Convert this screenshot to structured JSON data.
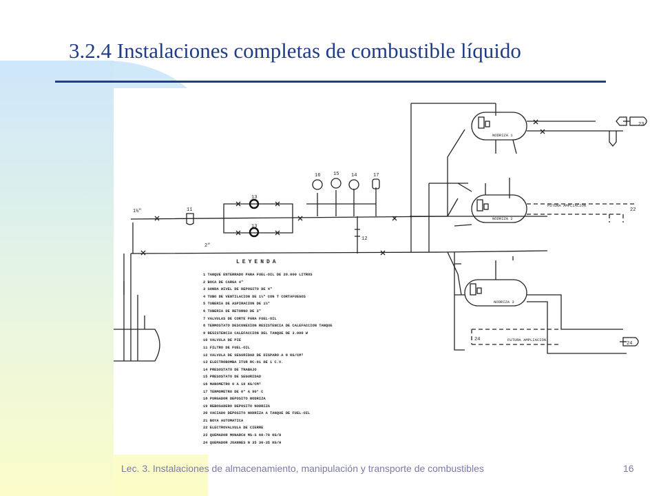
{
  "slide": {
    "title": "3.2.4  Instalaciones completas de combustible líquido",
    "footer": "Lec. 3. Instalaciones de almacenamiento, manipulación y transporte de combustibles",
    "page_number": "16"
  },
  "diagram": {
    "legend_title": "LEYENDA",
    "legend_items": [
      "1 Tanque enterrado para fuel-oil de 20.000 litros",
      "2 Boca de carga 4\"",
      "3 Sonda nivel de deposito de 4\"",
      "4 Tubo de ventilacion de 1½\" con T cortafuegos",
      "5 Tuberia de aspiracion de 1½\"",
      "6 Tuberia de retorno de 2\"",
      "7 Valvulas de corte para fuel-oil",
      "8 Termostato desconexion resistencia de calefaccion tanque",
      "9 Resistencia calefaccion del tanque de 3.000 W",
      "10 Valvula de pie",
      "11 Filtro de fuel-oil",
      "12 Valvula de seguridad de disparo a 8 kg/cm²",
      "13 Electrobomba Itur RC-01 de 1 C.V.",
      "14 Presostato de trabajo",
      "15 Presostato de seguridad",
      "16 Manometro 0 a 10 kg/cm²",
      "17 Termometro de 0° a 90° C",
      "18 Purgador deposito nodriza",
      "19 Rebosadero deposito nodriza",
      "20 Vaciado deposito nodriza a tanque de fuel-oil",
      "21 Boya automatica",
      "22 Electrovalvula de cierre",
      "23 Quemador Monarch MS-S 60-70 kg/h",
      "24 Quemador Joannes N 35 30-35 kg/h"
    ],
    "labels": {
      "pipe_suction": "1½\"",
      "pipe_return": "2\"",
      "future_1": "FUTURA AMPLIACION",
      "future_2": "FUTURA AMPLIACION",
      "nodriza_1": "NODRIZA 1",
      "nodriza_2": "NODRIZA 2",
      "nodriza_3": "NODRIZA 3",
      "burner_23": "23",
      "burner_22": "22",
      "burner_24": "24",
      "burner_24b": "24",
      "pump_13a": "13",
      "pump_13b": "13",
      "gauge_16": "16",
      "gauge_15": "15",
      "gauge_14": "14",
      "gauge_17": "17",
      "filter_11": "11",
      "valve_12": "12"
    }
  }
}
